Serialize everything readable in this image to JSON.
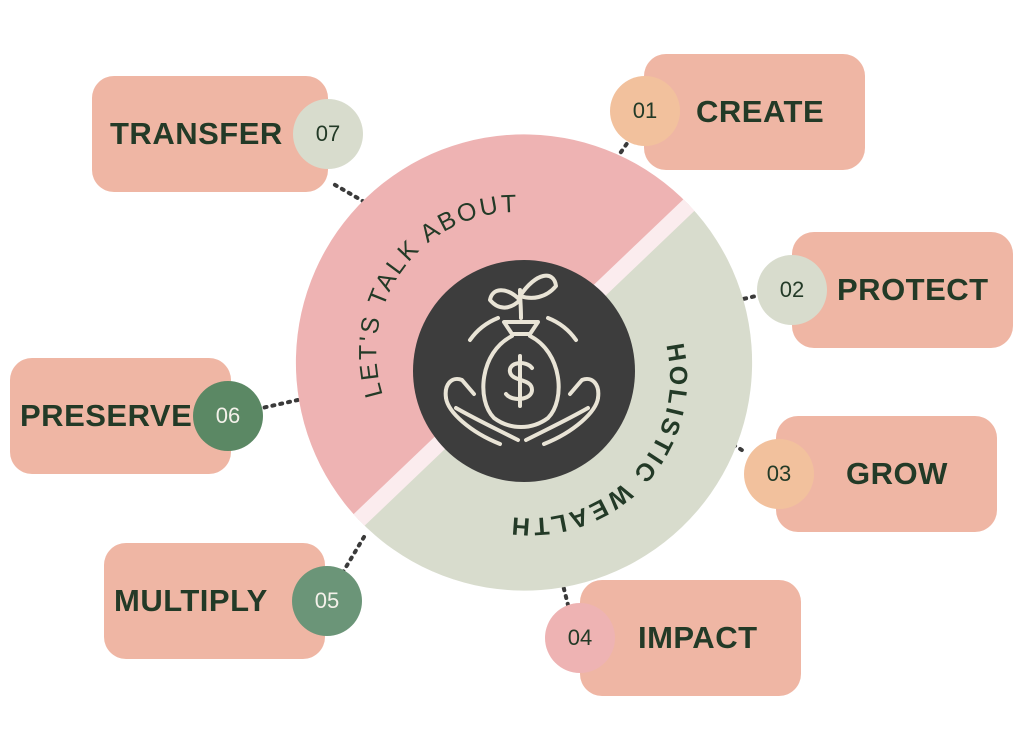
{
  "center": {
    "top_arc_text": "LET'S TALK ABOUT",
    "bottom_arc_text": "HOLISTIC WEALTH",
    "icon": "money-bag-growth-in-hands-icon",
    "colors": {
      "pink_arc": "#eeb3b3",
      "green_arc": "#d8dccd",
      "core": "#3d3d3d",
      "icon_line": "#e9e4d6",
      "divider": "#fbecee"
    }
  },
  "steps": [
    {
      "number": "01",
      "label": "CREATE",
      "badge_color": "#f2c19d"
    },
    {
      "number": "02",
      "label": "PROTECT",
      "badge_color": "#d8dccd"
    },
    {
      "number": "03",
      "label": "GROW",
      "badge_color": "#f2c19d"
    },
    {
      "number": "04",
      "label": "IMPACT",
      "badge_color": "#eeb3b3"
    },
    {
      "number": "05",
      "label": "MULTIPLY",
      "badge_color": "#6b9578"
    },
    {
      "number": "06",
      "label": "PRESERVE",
      "badge_color": "#5b8864"
    },
    {
      "number": "07",
      "label": "TRANSFER",
      "badge_color": "#d8dccd"
    }
  ],
  "colors": {
    "box_fill": "#efb6a4",
    "text_dark": "#233a27",
    "connector": "#3a3a3a"
  }
}
